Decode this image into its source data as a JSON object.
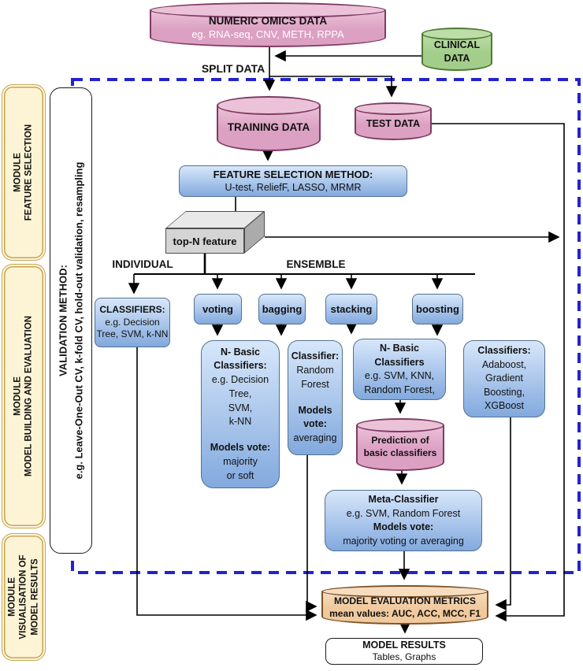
{
  "colors": {
    "pink-fill": "#dca0c3",
    "pink-top": "#ecc2d8",
    "pink-border": "#7e3c63",
    "green-fill": "#a3cd8a",
    "green-top": "#bcdda8",
    "green-border": "#4f7a33",
    "orange-fill": "#f0c99d",
    "orange-top": "#f7ddc0",
    "orange-border": "#7d5128",
    "blue-light": "#d7e7fa",
    "blue-dark": "#82a9de",
    "blue-border": "#54718e",
    "yellow-fill": "#fdf4d5",
    "yellow-border": "#c8a44c",
    "dash-blue": "#2323cd",
    "gray-front": "#d4d4d4",
    "gray-top": "#e9e9e9",
    "gray-side": "#ababab"
  },
  "nodes": {
    "omics": {
      "title": "NUMERIC OMICS DATA",
      "subtitle": "eg. RNA-seq, CNV, METH, RPPA"
    },
    "clinical": {
      "line1": "CLINICAL",
      "line2": "DATA"
    },
    "split": "SPLIT DATA",
    "training": "TRAINING DATA",
    "test": "TEST DATA",
    "feature_selection": {
      "title": "FEATURE SELECTION METHOD:",
      "subtitle": "U-test, ReliefF, LASSO, MRMR"
    },
    "top_n": "top-N feature",
    "individual": "INDIVIDUAL",
    "ensemble": "ENSEMBLE",
    "classifiers_individual": {
      "h1": "CLASSIFIERS:",
      "l1": "e.g. Decision",
      "l2": "Tree, SVM, k-NN"
    },
    "voting": "voting",
    "bagging": "bagging",
    "stacking": "stacking",
    "boosting": "boosting",
    "voting_detail": {
      "h1": "N- Basic",
      "h2": "Classifiers:",
      "l1": "e.g. Decision",
      "l2": "Tree,",
      "l3": "SVM,",
      "l4": "k-NN",
      "h3": "Models vote:",
      "l5": "majority",
      "l6": "or soft"
    },
    "bagging_detail": {
      "h1": "Classifier:",
      "l1": "Random",
      "l2": "Forest",
      "h2": "Models",
      "h3": "vote:",
      "l3": "averaging"
    },
    "stacking_detail": {
      "h1": "N- Basic",
      "h2": "Classifiers",
      "l1": "e.g. SVM, KNN,",
      "l2": "Random Forest,"
    },
    "boosting_detail": {
      "h1": "Classifiers:",
      "l1": "Adaboost,",
      "l2": "Gradient",
      "l3": "Boosting,",
      "l4": "XGBoost"
    },
    "prediction": {
      "line1": "Prediction of",
      "line2": "basic classifiers"
    },
    "meta": {
      "h1": "Meta-Classifier",
      "l1": "e.g. SVM, Random Forest",
      "h2": "Models vote:",
      "l2": "majority voting or averaging"
    },
    "metrics": {
      "line1": "MODEL EVALUATION METRICS",
      "line2": "mean values: AUC, ACC, MCC, F1"
    },
    "results": {
      "title": "MODEL RESULTS",
      "subtitle": "Tables, Graphs"
    }
  },
  "modules": {
    "m1": {
      "line1": "MODULE",
      "line2": "FEATURE SELECTION"
    },
    "m2": {
      "line1": "MODULE",
      "line2": "MODEL BUILDING AND EVALUATION"
    },
    "m3": {
      "line1": "MODULE",
      "line2": "VISUALISATION OF",
      "line3": "MODEL RESULTS"
    }
  },
  "validation": {
    "line1": "VALIDATION METHOD:",
    "line2": "e.g. Leave-One-Out CV, k-fold CV, hold-out validation, resampling"
  }
}
